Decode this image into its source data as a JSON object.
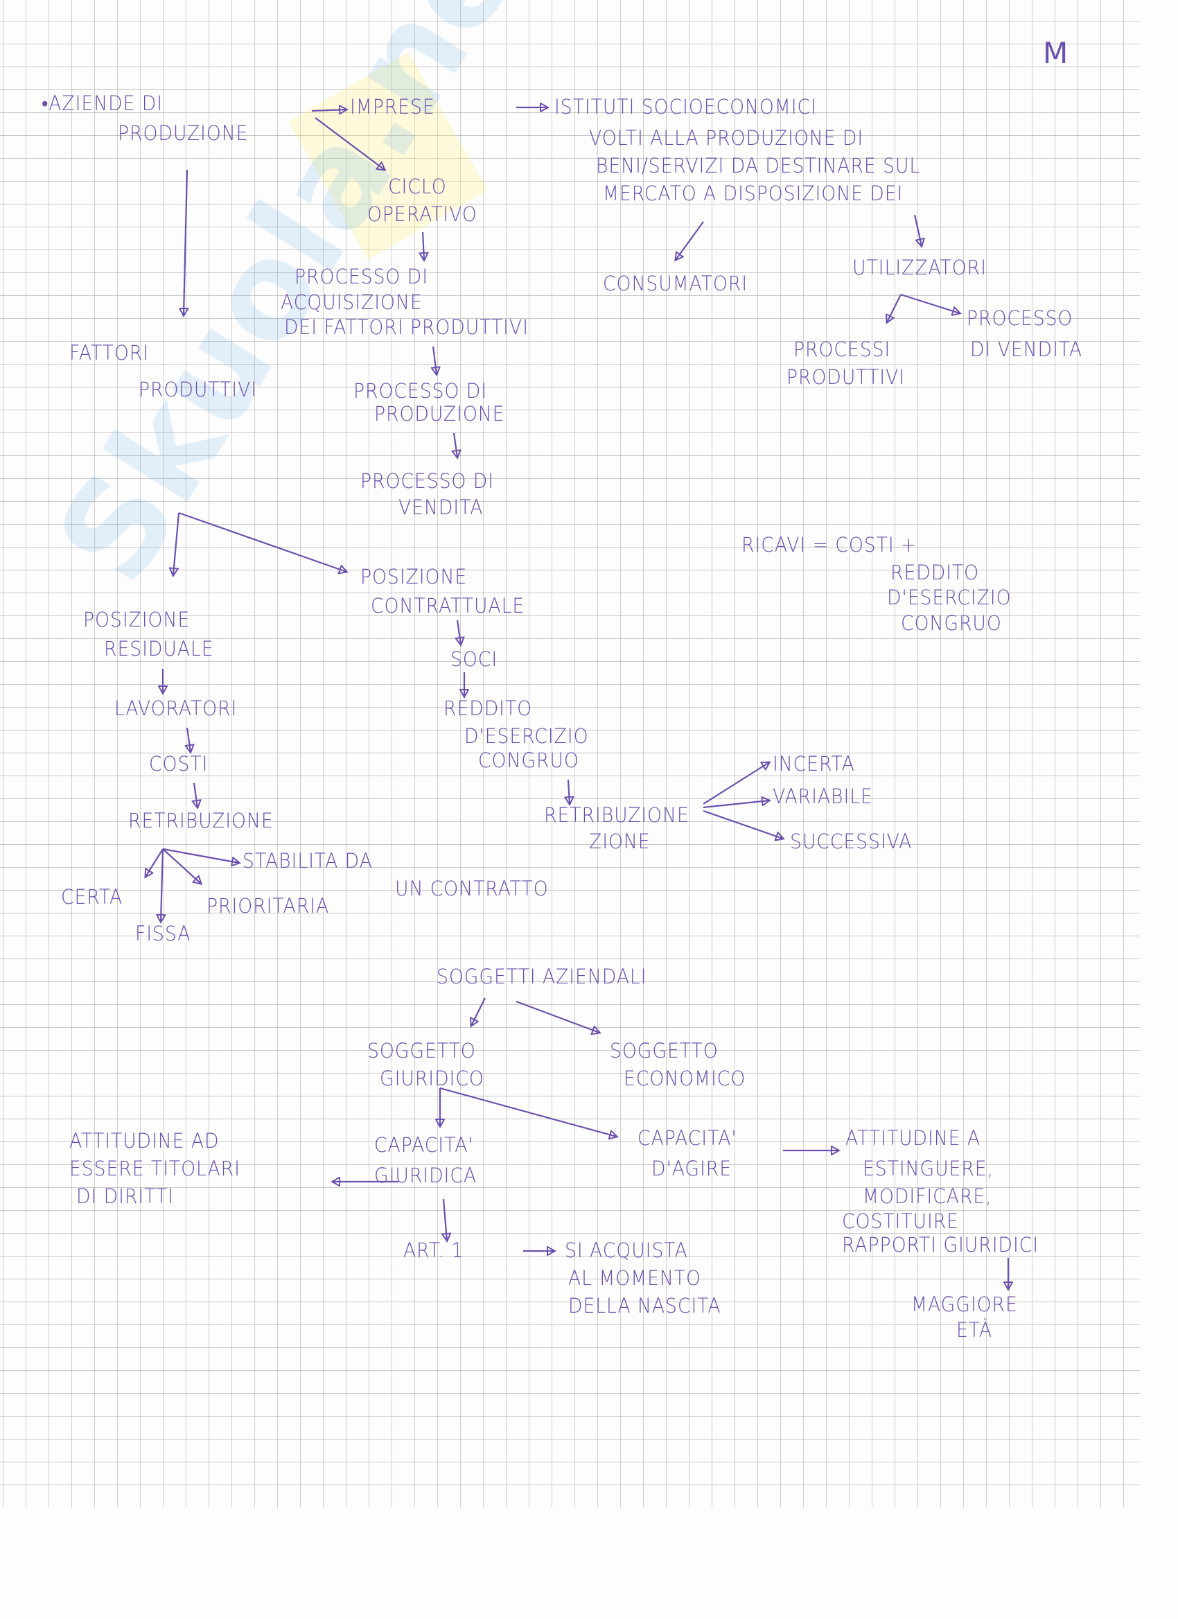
{
  "page_number": "M",
  "watermark_logo": "Skuola.net",
  "nodes": {
    "aziende_1": "•AZIENDE DI",
    "aziende_2": "PRODUZIONE",
    "imprese": "IMPRESE",
    "istituti": "ISTITUTI SOCIOECONOMICI",
    "def_1": "VOLTI ALLA PRODUZIONE DI",
    "def_2": "BENI/SERVIZI DA DESTINARE SUL",
    "def_3": "MERCATO A DISPOSIZIONE DEI",
    "ciclo_1": "CICLO",
    "ciclo_2": "OPERATIVO",
    "acq_1": "PROCESSO DI",
    "acq_2": "ACQUISIZIONE",
    "acq_3": "DEI FATTORI PRODUTTIVI",
    "consumatori": "CONSUMATORI",
    "utilizzatori": "UTILIZZATORI",
    "pv_1": "PROCESSO",
    "pv_2": "DI VENDITA",
    "pp_1": "PROCESSI",
    "pp_2": "PRODUTTIVI",
    "fattori_1": "FATTORI",
    "fattori_2": "PRODUTTIVI",
    "prod_1": "PROCESSO DI",
    "prod_2": "PRODUZIONE",
    "vend_1": "PROCESSO DI",
    "vend_2": "VENDITA",
    "ricavi_1": "RICAVI = COSTI +",
    "ricavi_2": "REDDITO",
    "ricavi_3": "D'ESERCIZIO",
    "ricavi_4": "CONGRUO",
    "contr_1": "POSIZIONE",
    "contr_2": "CONTRATTUALE",
    "resid_1": "POSIZIONE",
    "resid_2": "RESIDUALE",
    "soci": "SOCI",
    "reddito_1": "REDDITO",
    "reddito_2": "D'ESERCIZIO",
    "reddito_3": "CONGRUO",
    "lavoratori": "LAVORATORI",
    "costi": "COSTI",
    "retrib_a": "RETRIBUZIONE",
    "retrib_b1": "RETRIBUZIONE",
    "retrib_b2": "ZIONE",
    "incerta": "INCERTA",
    "variabile": "VARIABILE",
    "successiva": "SUCCESSIVA",
    "stabilita_1": "STABILITA DA",
    "stabilita_2": "UN CONTRATTO",
    "certa": "CERTA",
    "prioritaria": "PRIORITARIA",
    "fissa": "FISSA",
    "soggetti": "SOGGETTI AZIENDALI",
    "sg_1": "SOGGETTO",
    "sg_2": "GIURIDICO",
    "se_1": "SOGGETTO",
    "se_2": "ECONOMICO",
    "att_1": "ATTITUDINE AD",
    "att_2": "ESSERE TITOLARI",
    "att_3": "DI DIRITTI",
    "cg_1": "CAPACITA'",
    "cg_2": "GIURIDICA",
    "ca_1": "CAPACITA'",
    "ca_2": "D'AGIRE",
    "atta_1": "ATTITUDINE A",
    "atta_2": "ESTINGUERE,",
    "atta_3": "MODIFICARE,",
    "atta_4": "COSTITUIRE",
    "atta_5": "RAPPORTI GIURIDICI",
    "art": "ART. 1",
    "acquista_1": "SI ACQUISTA",
    "acquista_2": "AL MOMENTO",
    "acquista_3": "DELLA NASCITA",
    "maggiore_1": "MAGGIORE",
    "maggiore_2": "ETÀ"
  },
  "colors": {
    "ink": "#6b4fae",
    "grid": "#9a9a9a"
  }
}
